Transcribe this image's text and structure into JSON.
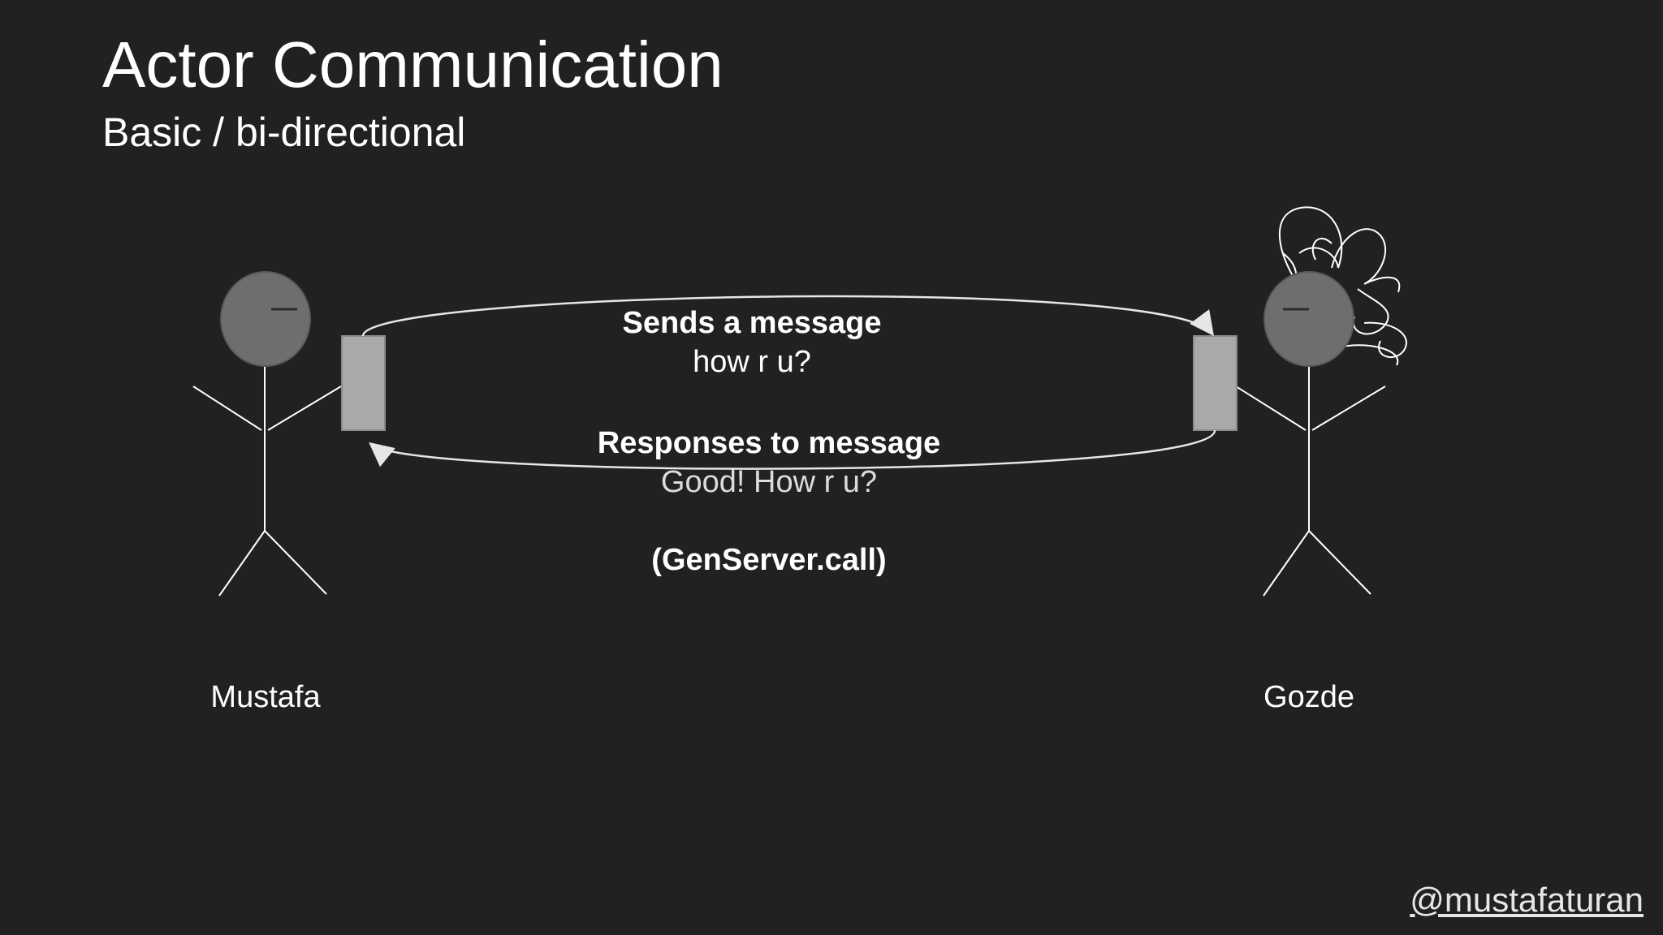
{
  "slide": {
    "title": "Actor Communication",
    "subtitle": "Basic / bi-directional"
  },
  "diagram": {
    "sender": {
      "name": "Mustafa"
    },
    "receiver": {
      "name": "Gozde"
    },
    "request": {
      "label": "Sends a message",
      "text": "how r u?"
    },
    "response": {
      "label": "Responses to message",
      "text": "Good! How r u?"
    },
    "call_note": "(GenServer.call)"
  },
  "footer": {
    "handle": "@mustafaturan"
  },
  "colors": {
    "background": "#212121",
    "head": "#6e6e6e",
    "mailbox": "#a9a9a9",
    "line": "#e6e6e6",
    "text": "#ffffff"
  }
}
